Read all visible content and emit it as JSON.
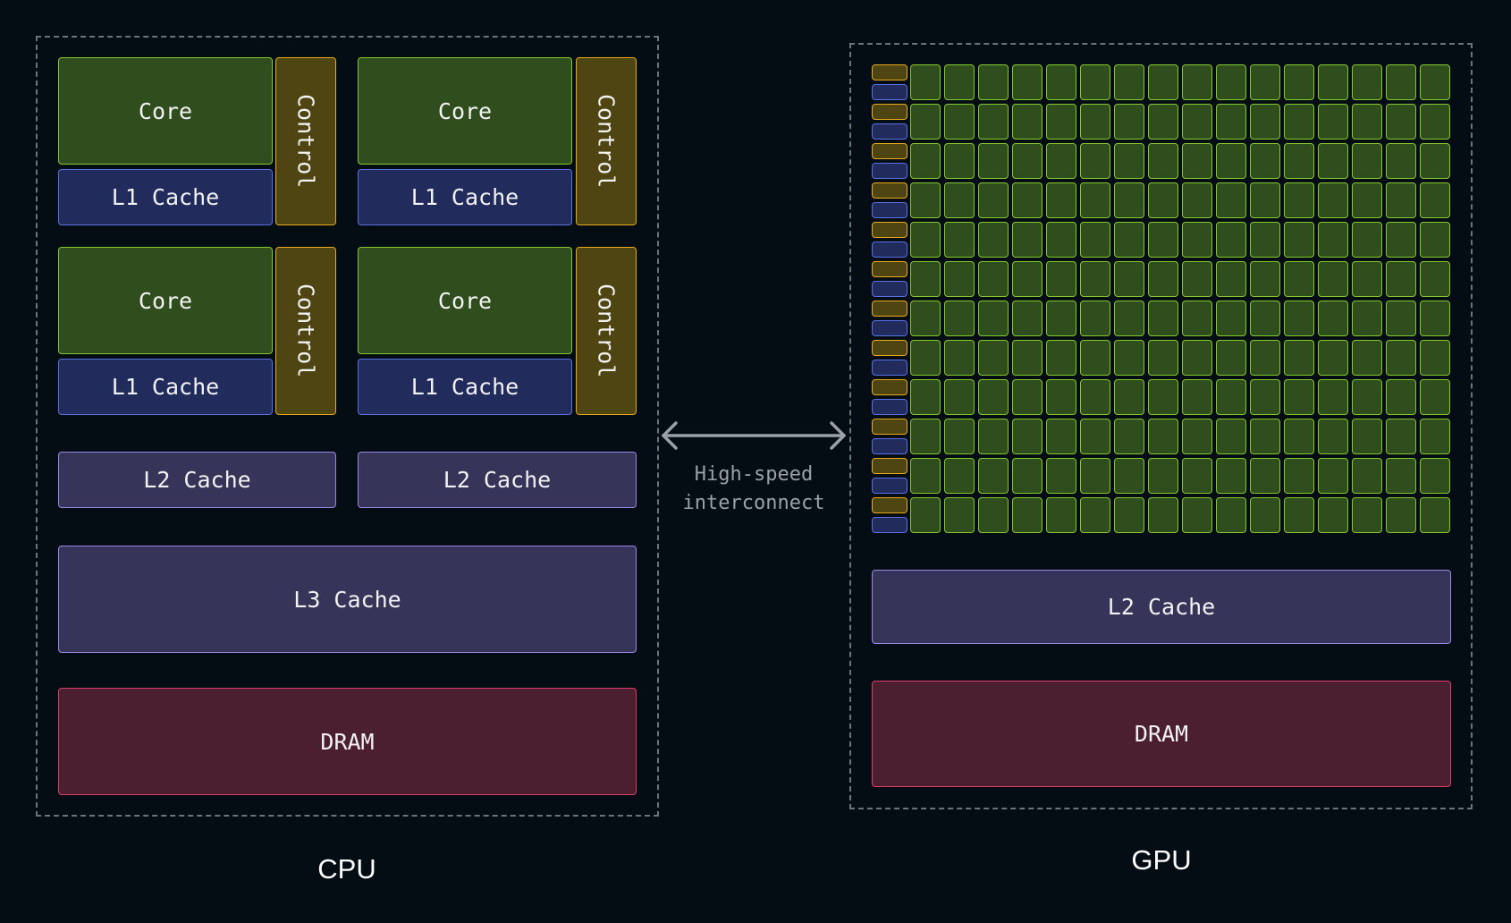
{
  "cpu": {
    "label": "CPU",
    "cores": [
      {
        "core": "Core",
        "l1": "L1 Cache",
        "control": "Control"
      },
      {
        "core": "Core",
        "l1": "L1 Cache",
        "control": "Control"
      },
      {
        "core": "Core",
        "l1": "L1 Cache",
        "control": "Control"
      },
      {
        "core": "Core",
        "l1": "L1 Cache",
        "control": "Control"
      }
    ],
    "l2": [
      "L2 Cache",
      "L2 Cache"
    ],
    "l3": "L3 Cache",
    "dram": "DRAM"
  },
  "interconnect": {
    "line1": "High-speed",
    "line2": "interconnect"
  },
  "gpu": {
    "label": "GPU",
    "grid_rows": 12,
    "grid_cols": 16,
    "l2": "L2 Cache",
    "dram": "DRAM"
  },
  "colors": {
    "core_border": "#86c92e",
    "l1_border": "#5b70e4",
    "control_border": "#e8ab1c",
    "cache_border": "#9c86e6",
    "dram_border": "#dc3d64"
  }
}
